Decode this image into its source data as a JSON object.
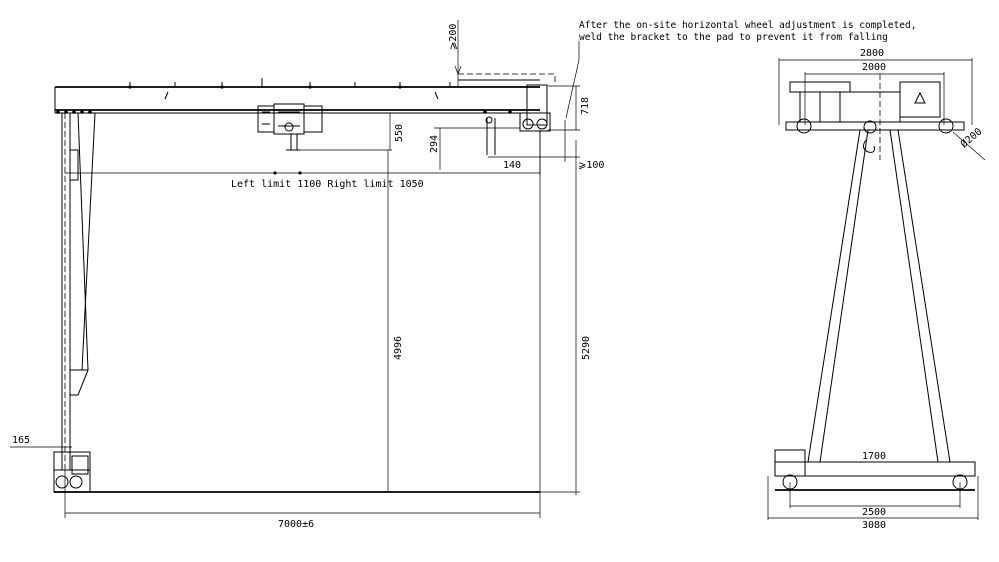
{
  "note": {
    "line1": "After the on-site horizontal wheel adjustment is completed,",
    "line2": "weld the bracket to the pad to prevent it from falling"
  },
  "front_view": {
    "dim_ge200": "⩾200",
    "dim_718": "718",
    "dim_550": "550",
    "dim_294": "294",
    "dim_140": "140",
    "dim_ge100": "⩾100",
    "limit_text": "Left limit 1100 Right limit 1050",
    "dim_4996": "4996",
    "dim_5290": "5290",
    "dim_165": "165",
    "dim_7000": "7000±6"
  },
  "side_view": {
    "dim_2800": "2800",
    "dim_2000": "2000",
    "dim_phi200": "Ø200",
    "dim_1700": "1700",
    "dim_2500": "2500",
    "dim_3080": "3080"
  }
}
